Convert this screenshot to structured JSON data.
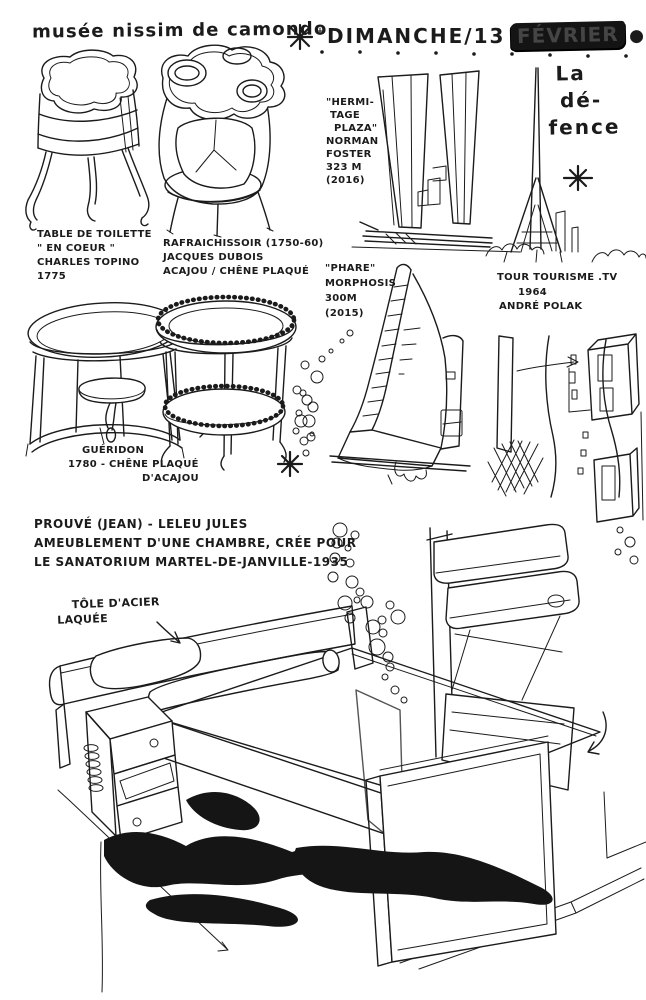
{
  "ink_color": "#1b1b1b",
  "header": {
    "title": "musée nissim de camondo",
    "day": "DIMANCHE",
    "slash": "/",
    "day_number": "13",
    "month_overwritten": "FÉVRIER",
    "end_dot": "●"
  },
  "museum": {
    "toilette": [
      "TABLE DE TOILETTE",
      "\" EN COEUR \"",
      "CHARLES TOPINO",
      "1775"
    ],
    "rafraichissoir": [
      "RAFRAICHISSOIR (1750-60)",
      "JACQUES DUBOIS",
      "ACAJOU / CHÊNE PLAQUÉ"
    ],
    "gueridon": [
      "GUÉRIDON",
      "1780 - CHÊNE PLAQUÉ",
      "D'ACAJOU"
    ]
  },
  "defense": {
    "title": [
      "La",
      "dé-",
      "fence"
    ],
    "hermitage": [
      "\"HERMI-",
      "TAGE",
      "PLAZA\"",
      "NORMAN",
      "FOSTER",
      "323 M",
      "(2016)"
    ],
    "phare": [
      "\"PHARE\"",
      "MORPHOSIS",
      "300M",
      "(2015)"
    ],
    "tour_polak": [
      "TOUR TOURISME .TV",
      "1964",
      "ANDRÉ POLAK"
    ]
  },
  "prouve": {
    "caption": [
      "PROUVÉ (JEAN) - LELEU JULES",
      "AMEUBLEMENT D'UNE CHAMBRE, CRÉE POUR",
      "LE SANATORIUM MARTEL-DE-JANVILLE-1935"
    ],
    "material_note": [
      "TÔLE D'ACIER",
      "LAQUÉE"
    ]
  }
}
